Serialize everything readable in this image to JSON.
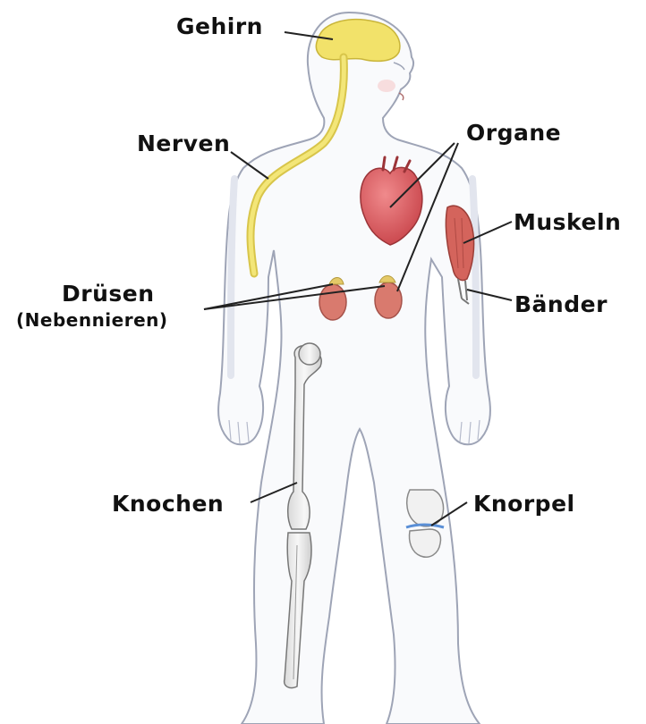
{
  "labels": {
    "gehirn": "Gehirn",
    "nerven": "Nerven",
    "organe": "Organe",
    "muskeln": "Muskeln",
    "baender": "Bänder",
    "druesen": "Drüsen",
    "nebennieren": "(Nebennieren)",
    "knochen": "Knochen",
    "knorpel": "Knorpel"
  },
  "colors": {
    "background": "#ffffff",
    "body_outline": "#9ea4b6",
    "body_shading": "#eceef4",
    "brain": "#f2e26a",
    "nerve": "#e8d95e",
    "heart": "#d9555a",
    "adrenal": "#e4c968",
    "kidney": "#d97a6e",
    "muscle": "#d4645c",
    "bone": "#ececec",
    "cartilage": "#5a8fd6",
    "leader_line": "#222222",
    "label_text": "#111111"
  }
}
